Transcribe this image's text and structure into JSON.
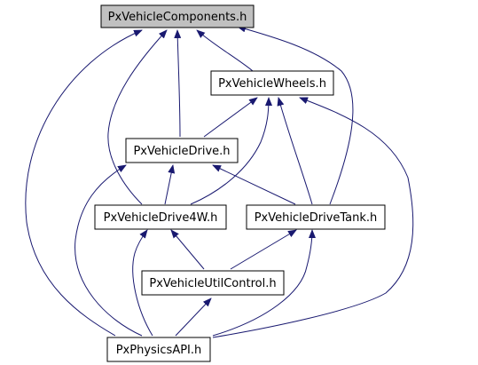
{
  "graph": {
    "nodes": [
      {
        "id": "components",
        "label": "PxVehicleComponents.h",
        "highlighted": true
      },
      {
        "id": "wheels",
        "label": "PxVehicleWheels.h",
        "highlighted": false
      },
      {
        "id": "drive",
        "label": "PxVehicleDrive.h",
        "highlighted": false
      },
      {
        "id": "drive4w",
        "label": "PxVehicleDrive4W.h",
        "highlighted": false
      },
      {
        "id": "drivetank",
        "label": "PxVehicleDriveTank.h",
        "highlighted": false
      },
      {
        "id": "utilcontrol",
        "label": "PxVehicleUtilControl.h",
        "highlighted": false
      },
      {
        "id": "physicsapi",
        "label": "PxPhysicsAPI.h",
        "highlighted": false
      }
    ],
    "edges": [
      {
        "from": "wheels",
        "to": "components"
      },
      {
        "from": "drive",
        "to": "components"
      },
      {
        "from": "drive4w",
        "to": "components"
      },
      {
        "from": "drivetank",
        "to": "components"
      },
      {
        "from": "physicsapi",
        "to": "components"
      },
      {
        "from": "drive",
        "to": "wheels"
      },
      {
        "from": "drive4w",
        "to": "wheels"
      },
      {
        "from": "drivetank",
        "to": "wheels"
      },
      {
        "from": "physicsapi",
        "to": "wheels"
      },
      {
        "from": "drive4w",
        "to": "drive"
      },
      {
        "from": "drivetank",
        "to": "drive"
      },
      {
        "from": "physicsapi",
        "to": "drive"
      },
      {
        "from": "utilcontrol",
        "to": "drive4w"
      },
      {
        "from": "physicsapi",
        "to": "drive4w"
      },
      {
        "from": "utilcontrol",
        "to": "drivetank"
      },
      {
        "from": "physicsapi",
        "to": "drivetank"
      },
      {
        "from": "physicsapi",
        "to": "utilcontrol"
      }
    ],
    "colors": {
      "edge": "#191970",
      "node_border": "#000000",
      "node_fill": "#ffffff",
      "highlight_fill": "#c0c0c0"
    }
  }
}
